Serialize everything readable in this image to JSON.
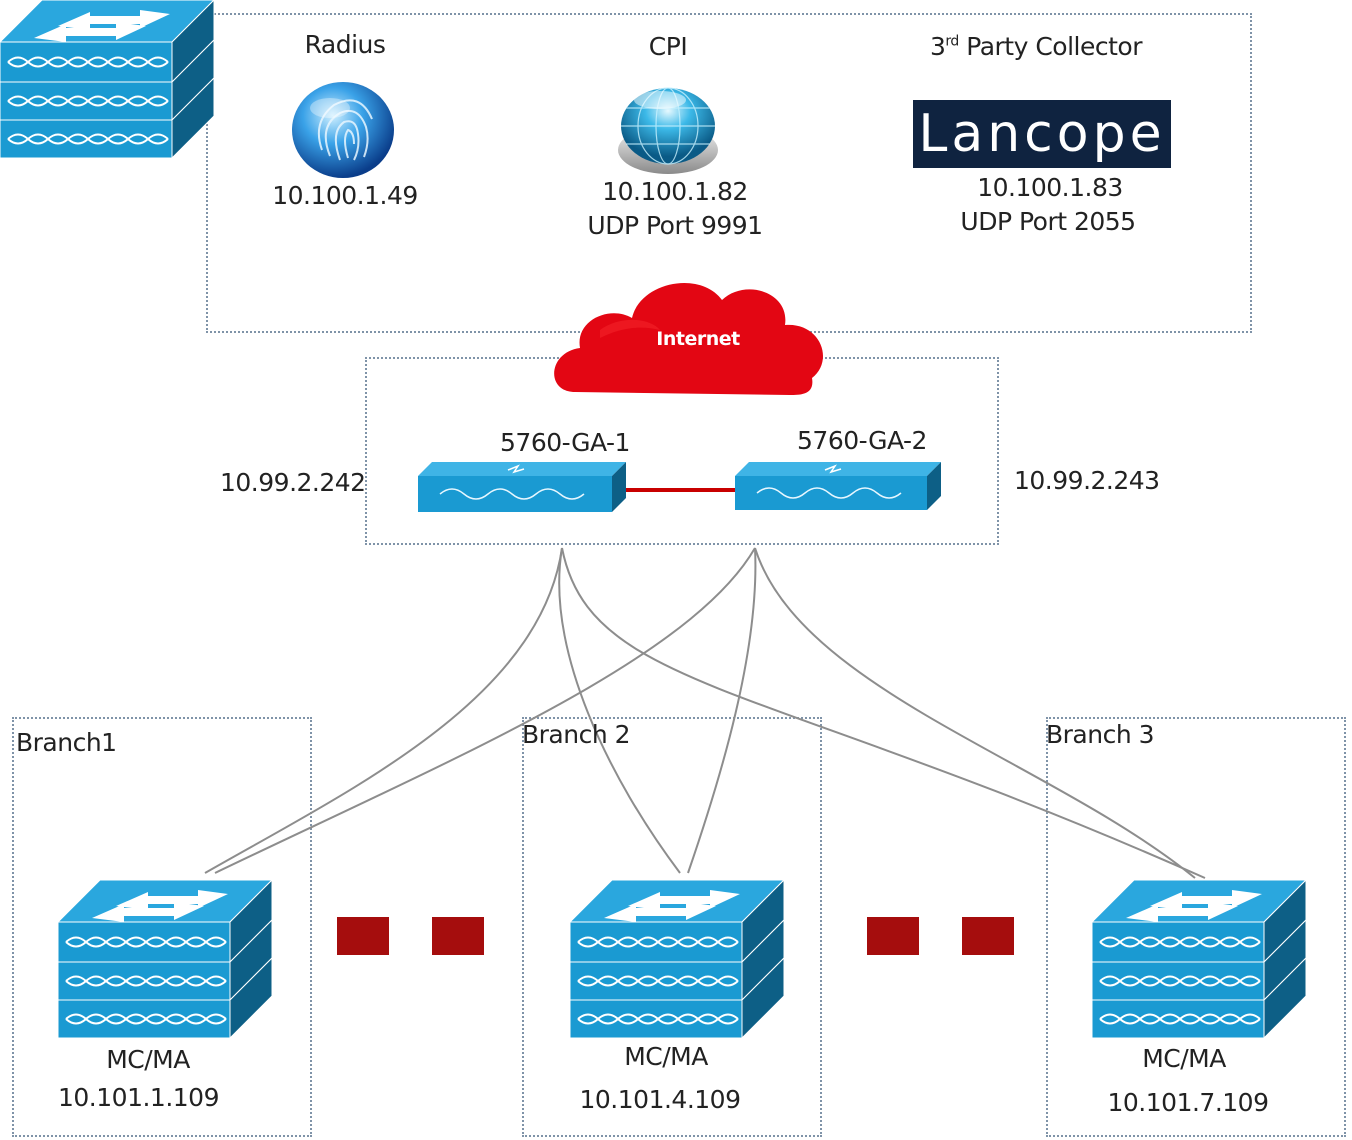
{
  "colors": {
    "switch_face": "#1a9ad2",
    "switch_dark": "#0d5f86",
    "link_red": "#c80000",
    "cloud_red": "#e30613",
    "box_border": "#7f93a8",
    "ellipsis_square": "#a50d0d",
    "logo_bg": "#0f2340"
  },
  "top": {
    "radius": {
      "title": "Radius",
      "ip": "10.100.1.49",
      "icon": "fingerprint-sphere-icon"
    },
    "cpi": {
      "title": "CPI",
      "ip": "10.100.1.82",
      "port": "UDP Port 9991",
      "icon": "globe-sphere-icon"
    },
    "collector": {
      "title_main": "3",
      "title_sup": "rd",
      "title_rest": " Party Collector",
      "logo_text": "Lancope",
      "ip": "10.100.1.83",
      "port": "UDP Port 2055"
    }
  },
  "cloud": {
    "label": "Internet"
  },
  "core": {
    "left": {
      "name": "5760-GA-1",
      "ip": "10.99.2.242"
    },
    "right": {
      "name": "5760-GA-2",
      "ip": "10.99.2.243"
    }
  },
  "branches": [
    {
      "label": "Branch1",
      "role": "MC/MA",
      "ip": "10.101.1.109"
    },
    {
      "label": "Branch 2",
      "role": "MC/MA",
      "ip": "10.101.4.109"
    },
    {
      "label": "Branch 3",
      "role": "MC/MA",
      "ip": "10.101.7.109"
    }
  ]
}
